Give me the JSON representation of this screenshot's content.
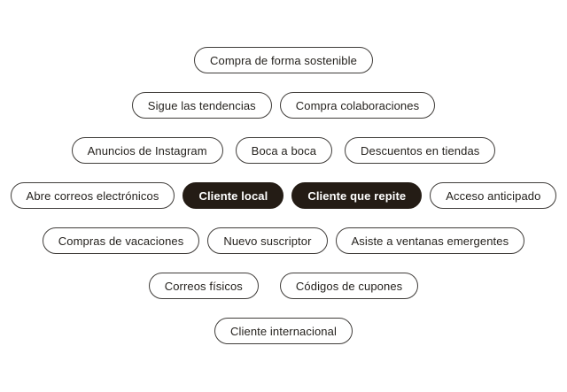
{
  "colors": {
    "pill_border": "#403d3a",
    "pill_text": "#25221e",
    "selected_bg": "#241c15",
    "selected_text": "#ffffff",
    "page_bg": "#ffffff"
  },
  "tag_rows": [
    {
      "tags": [
        {
          "label": "Compra de forma sostenible",
          "selected": false
        }
      ]
    },
    {
      "tags": [
        {
          "label": "Sigue las tendencias",
          "selected": false
        },
        {
          "label": "Compra colaboraciones",
          "selected": false
        }
      ]
    },
    {
      "tags": [
        {
          "label": "Anuncios de Instagram",
          "selected": false
        },
        {
          "label": "Boca a boca",
          "selected": false
        },
        {
          "label": "Descuentos en tiendas",
          "selected": false
        }
      ]
    },
    {
      "tags": [
        {
          "label": "Abre correos electrónicos",
          "selected": false
        },
        {
          "label": "Cliente local",
          "selected": true
        },
        {
          "label": "Cliente que repite",
          "selected": true
        },
        {
          "label": "Acceso anticipado",
          "selected": false
        }
      ]
    },
    {
      "tags": [
        {
          "label": "Compras de vacaciones",
          "selected": false
        },
        {
          "label": "Nuevo suscriptor",
          "selected": false
        },
        {
          "label": "Asiste a ventanas emergentes",
          "selected": false
        }
      ]
    },
    {
      "tags": [
        {
          "label": "Correos físicos",
          "selected": false
        },
        {
          "label": "Códigos de cupones",
          "selected": false
        }
      ]
    },
    {
      "tags": [
        {
          "label": "Cliente internacional",
          "selected": false
        }
      ]
    }
  ]
}
